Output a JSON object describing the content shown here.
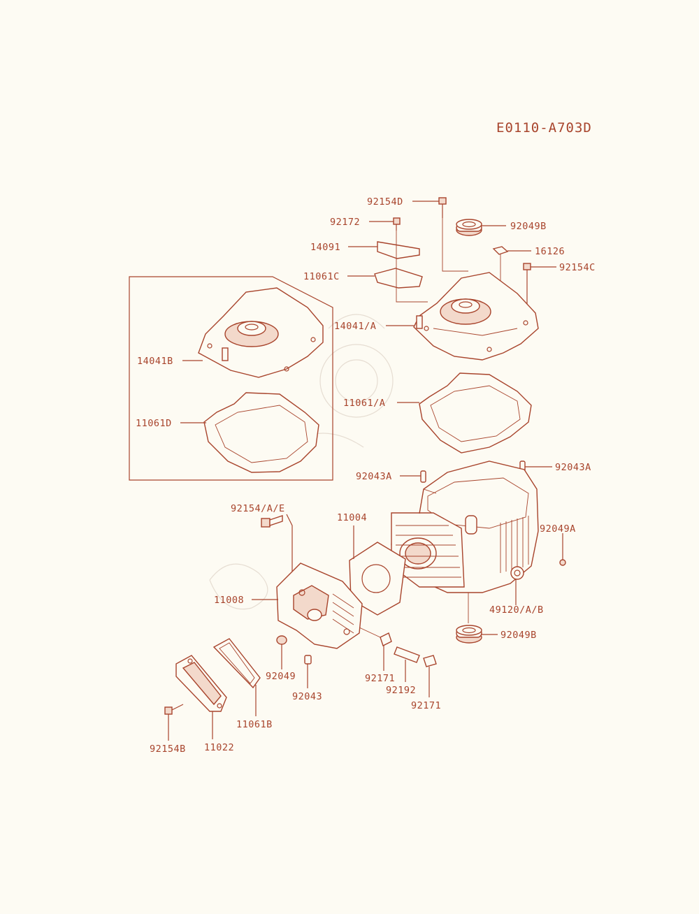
{
  "diagram_code": "E0110-A703D",
  "colors": {
    "ink": "#a8442c",
    "background": "#fdfbf3",
    "fill_light": "#f3d9cb",
    "watermark": "#e6ddd2"
  },
  "parts": {
    "p92154D": "92154D",
    "p92172": "92172",
    "p92049B_top": "92049B",
    "p14091": "14091",
    "p16126": "16126",
    "p92154C": "92154C",
    "p11061C": "11061C",
    "p14041A": "14041/A",
    "p14041B": "14041B",
    "p11061A": "11061/A",
    "p11061D": "11061D",
    "p92043A_left": "92043A",
    "p92043A_right": "92043A",
    "p92154AE": "92154/A/E",
    "p11004": "11004",
    "p92049A": "92049A",
    "p11008": "11008",
    "p49120AB": "49120/A/B",
    "p92049B_bottom": "92049B",
    "p92049": "92049",
    "p92043": "92043",
    "p92171_left": "92171",
    "p92192": "92192",
    "p92171_right": "92171",
    "p11061B": "11061B",
    "p92154B": "92154B",
    "p11022": "11022"
  }
}
